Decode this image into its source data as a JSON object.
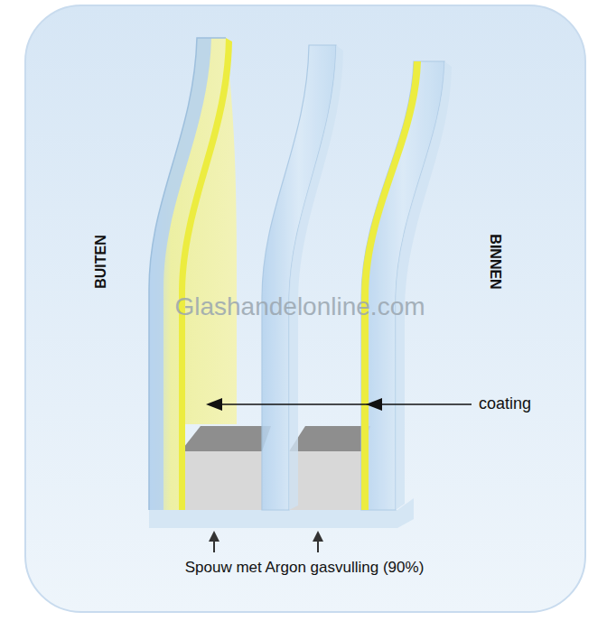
{
  "diagram": {
    "labels": [
      "BUITEN",
      "BINNEN",
      "Glashandelonline.com",
      "coating",
      "Spouw met Argon gasvulling (90%)"
    ]
  }
}
